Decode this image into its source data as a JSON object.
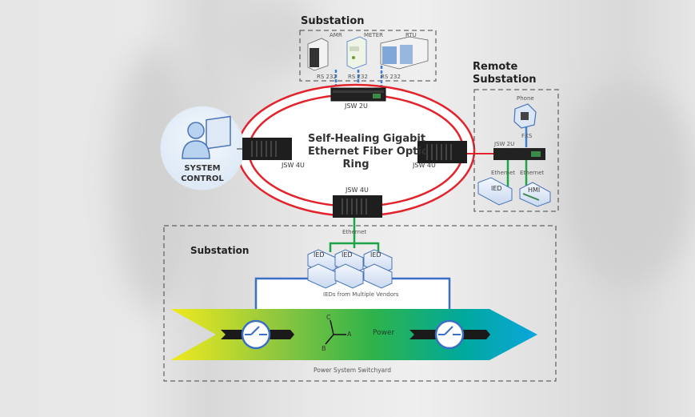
{
  "diagram": {
    "ring_title": [
      "Self-Healing Gigabit",
      "Ethernet Fiber Optic",
      "Ring"
    ],
    "system_control": [
      "SYSTEM",
      "CONTROL"
    ],
    "top_substation": {
      "title": "Substation",
      "devices": [
        "AMR",
        "METER",
        "RTU"
      ],
      "links": [
        "RS 232",
        "RS 232",
        "RS 232"
      ]
    },
    "remote_substation": {
      "title": [
        "Remote",
        "Substation"
      ],
      "phone": "Phone",
      "phone_link": "FXS",
      "switch": "JSW 2U",
      "links": [
        "Ethernet",
        "Ethernet"
      ],
      "devices": [
        "IED",
        "HMI"
      ]
    },
    "switches": {
      "top": "JSW 2U",
      "left": "JSW 4U",
      "right": "JSW 4U",
      "bottom": "JSW 4U"
    },
    "bottom_substation": {
      "title": "Substation",
      "link": "Ethernet",
      "ieds": [
        "IED",
        "IED",
        "IED"
      ],
      "ieds_caption": "IEDs from Multiple Vendors",
      "phases": [
        "A",
        "B",
        "C"
      ],
      "power_label": "Power",
      "switchyard_caption": "Power System Switchyard"
    },
    "colors": {
      "ring": "#e3232b",
      "serial": "#3d7fd1",
      "ethernet": "#1ea447",
      "breaker": "#3a6fc4"
    }
  }
}
